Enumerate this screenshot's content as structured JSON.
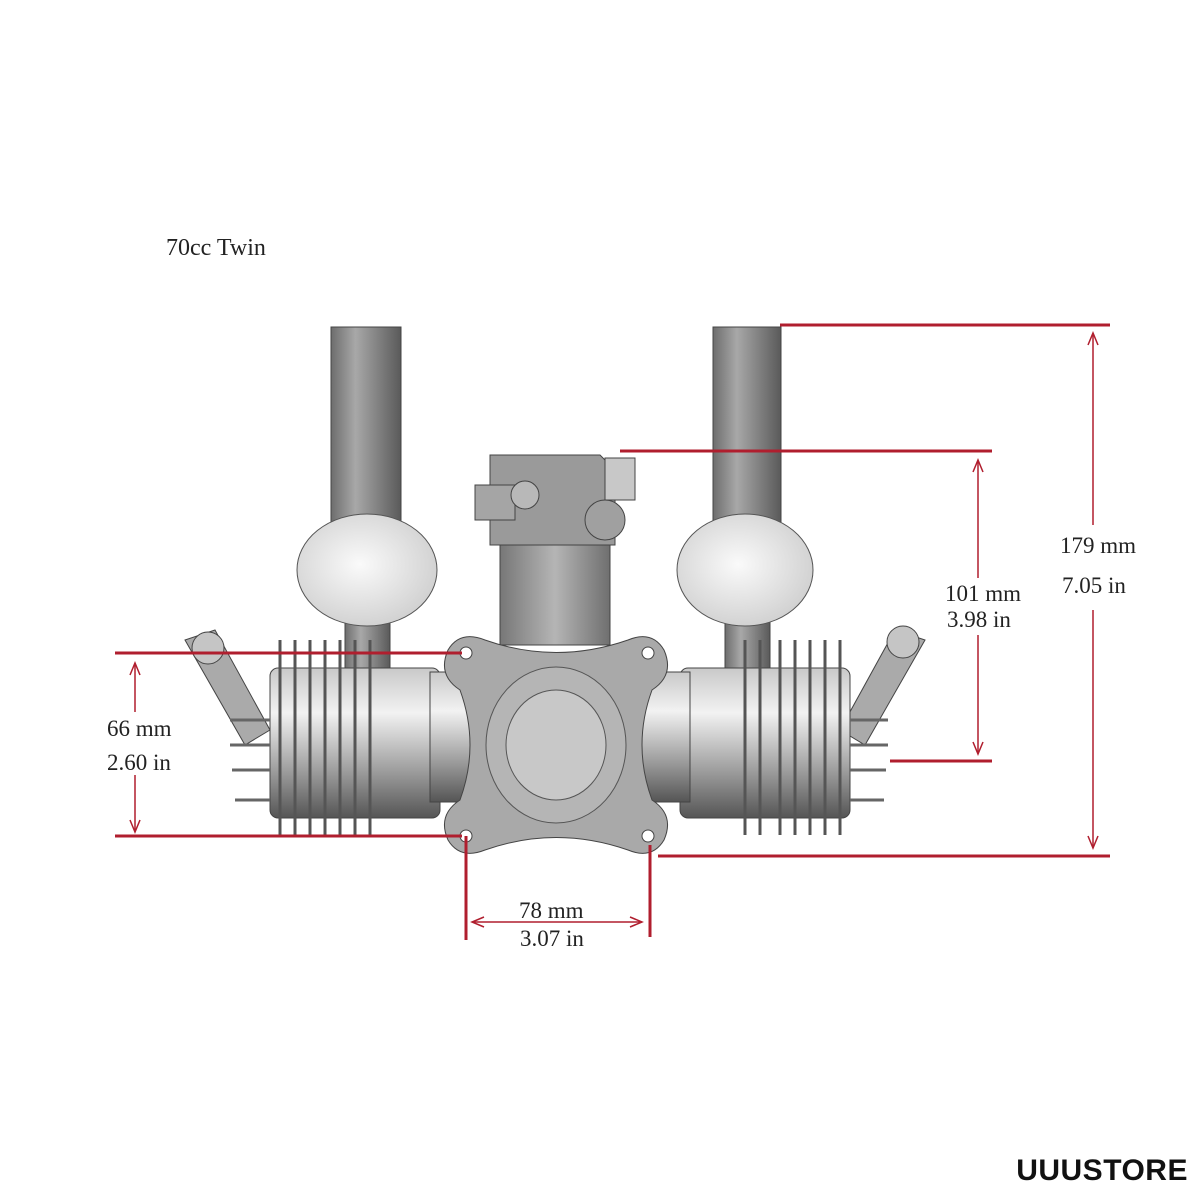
{
  "title": "70cc Twin",
  "brand": "UUUSTORE",
  "accent_color": "#b01e2e",
  "dimensions": {
    "total_height": {
      "mm": "179 mm",
      "in": "7.05 in"
    },
    "carb_height": {
      "mm": "101 mm",
      "in": "3.98 in"
    },
    "mount_height": {
      "mm": "66 mm",
      "in": "2.60 in"
    },
    "mount_width": {
      "mm": "78 mm",
      "in": "3.07 in"
    }
  }
}
